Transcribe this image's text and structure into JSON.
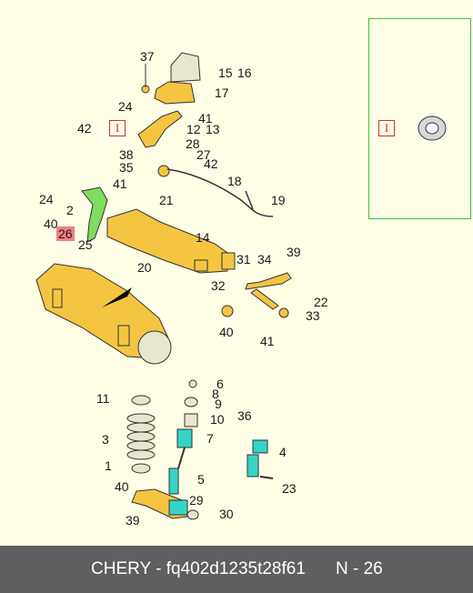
{
  "callouts": [
    {
      "id": "c37",
      "text": "37"
    },
    {
      "id": "c15",
      "text": "15"
    },
    {
      "id": "c16",
      "text": "16"
    },
    {
      "id": "c17",
      "text": "17"
    },
    {
      "id": "c24a",
      "text": "24"
    },
    {
      "id": "c41a",
      "text": "41"
    },
    {
      "id": "c42a",
      "text": "42"
    },
    {
      "id": "c12",
      "text": "12"
    },
    {
      "id": "c13",
      "text": "13"
    },
    {
      "id": "c28",
      "text": "28"
    },
    {
      "id": "c38",
      "text": "38"
    },
    {
      "id": "c27",
      "text": "27"
    },
    {
      "id": "c35",
      "text": "35"
    },
    {
      "id": "c42b",
      "text": "42"
    },
    {
      "id": "c18",
      "text": "18"
    },
    {
      "id": "c41b",
      "text": "41"
    },
    {
      "id": "c24b",
      "text": "24"
    },
    {
      "id": "c21",
      "text": "21"
    },
    {
      "id": "c19",
      "text": "19"
    },
    {
      "id": "c2",
      "text": "2"
    },
    {
      "id": "c40a",
      "text": "40"
    },
    {
      "id": "c26",
      "text": "26"
    },
    {
      "id": "c25",
      "text": "25"
    },
    {
      "id": "c14",
      "text": "14"
    },
    {
      "id": "c39a",
      "text": "39"
    },
    {
      "id": "c31",
      "text": "31"
    },
    {
      "id": "c34",
      "text": "34"
    },
    {
      "id": "c20",
      "text": "20"
    },
    {
      "id": "c32",
      "text": "32"
    },
    {
      "id": "c22",
      "text": "22"
    },
    {
      "id": "c33",
      "text": "33"
    },
    {
      "id": "c40b",
      "text": "40"
    },
    {
      "id": "c41c",
      "text": "41"
    },
    {
      "id": "c6",
      "text": "6"
    },
    {
      "id": "c8",
      "text": "8"
    },
    {
      "id": "c9",
      "text": "9"
    },
    {
      "id": "c11",
      "text": "11"
    },
    {
      "id": "c10",
      "text": "10"
    },
    {
      "id": "c36",
      "text": "36"
    },
    {
      "id": "c3",
      "text": "3"
    },
    {
      "id": "c7",
      "text": "7"
    },
    {
      "id": "c4",
      "text": "4"
    },
    {
      "id": "c1",
      "text": "1"
    },
    {
      "id": "c5",
      "text": "5"
    },
    {
      "id": "c23",
      "text": "23"
    },
    {
      "id": "c40c",
      "text": "40"
    },
    {
      "id": "c29",
      "text": "29"
    },
    {
      "id": "c39b",
      "text": "39"
    },
    {
      "id": "c30",
      "text": "30"
    }
  ],
  "highlighted_part": "26",
  "detail_marker": "I",
  "footer": {
    "brand_code": "CHERY - fq402d1235t28f61",
    "page": "N - 26"
  },
  "colors": {
    "background": "#fefde6",
    "part_fill": "#f5c542",
    "highlight": "#f08080",
    "accent_green": "#3ec43e",
    "shock_teal": "#35d4c8",
    "footer": "#5f5f5f"
  }
}
